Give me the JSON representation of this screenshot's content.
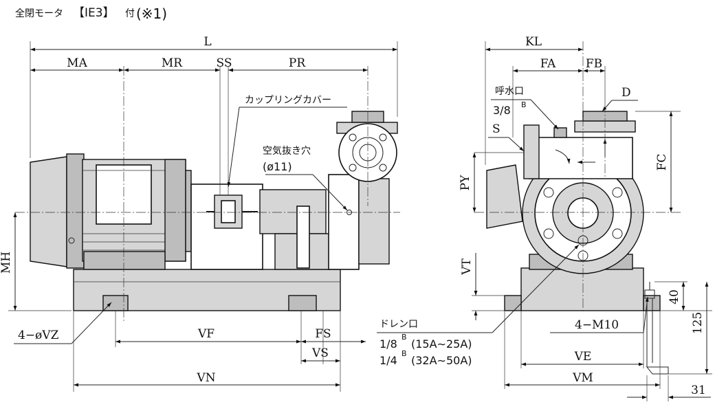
{
  "title": {
    "text": "全閉モータ",
    "badge": "【IE3】",
    "suffix": "付",
    "note": "(※1)"
  },
  "labels": {
    "L": "L",
    "MA": "MA",
    "MR": "MR",
    "SS": "SS",
    "PR": "PR",
    "MH": "MH",
    "VZ": "4−øVZ",
    "VF": "VF",
    "FS": "FS",
    "VS": "VS",
    "VN": "VN",
    "KL": "KL",
    "FA": "FA",
    "FB": "FB",
    "D": "D",
    "S": "S",
    "PY": "PY",
    "FC": "FC",
    "VT": "VT",
    "M10": "4−M10",
    "VE": "VE",
    "VM": "VM",
    "d40": "40",
    "d125": "125",
    "d31": "31"
  },
  "callouts": {
    "coupling": "カップリングカバー",
    "air_vent": "空気抜き穴",
    "air_vent_size": "(ø11)",
    "priming": "呼水口",
    "priming_size": "3/8",
    "priming_sup": "B",
    "drain": "ドレン口",
    "drain_1": "1/8",
    "drain_1_sup": "B",
    "drain_1_range": "(15A∼25A)",
    "drain_2": "1/4",
    "drain_2_sup": "B",
    "drain_2_range": "(32A∼50A)"
  }
}
